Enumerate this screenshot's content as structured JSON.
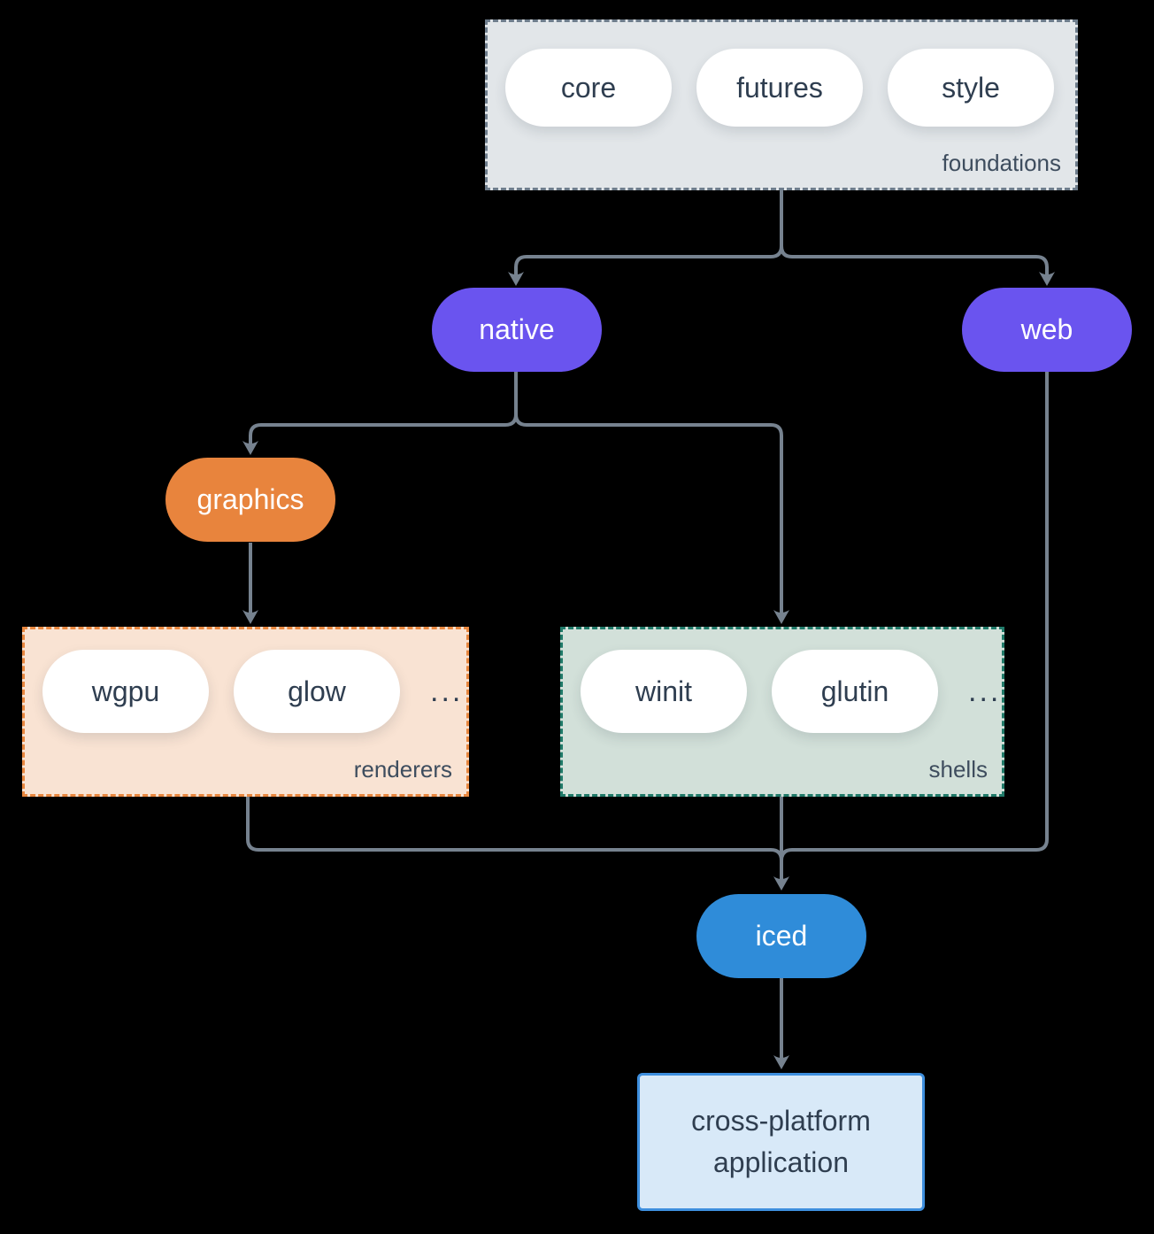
{
  "groups": {
    "foundations": {
      "label": "foundations",
      "pills": [
        "core",
        "futures",
        "style"
      ]
    },
    "renderers": {
      "label": "renderers",
      "pills": [
        "wgpu",
        "glow"
      ],
      "ellipsis": "..."
    },
    "shells": {
      "label": "shells",
      "pills": [
        "winit",
        "glutin"
      ],
      "ellipsis": "..."
    }
  },
  "nodes": {
    "native": {
      "label": "native"
    },
    "web": {
      "label": "web"
    },
    "graphics": {
      "label": "graphics"
    },
    "iced": {
      "label": "iced"
    },
    "application": {
      "lines": [
        "cross-platform",
        "application"
      ]
    }
  },
  "colors": {
    "background": "#000000",
    "arrow": "#76828F",
    "foundations-fill": "#E2E6E9",
    "foundations-border": "#6E7D8C",
    "renderers-fill": "#F9E3D3",
    "renderers-border": "#E8873F",
    "shells-fill": "#D2E0D9",
    "shells-border": "#207A69",
    "purple": "#6A54EF",
    "orange": "#E8843D",
    "blue": "#2F8CD9",
    "app-fill": "#D8E9F8",
    "app-border": "#3E8FDE",
    "pill-fill": "#FFFFFF",
    "text-dark": "#2F3E50",
    "text-light": "#FFFFFF",
    "label-color": "#3E4D5E"
  }
}
